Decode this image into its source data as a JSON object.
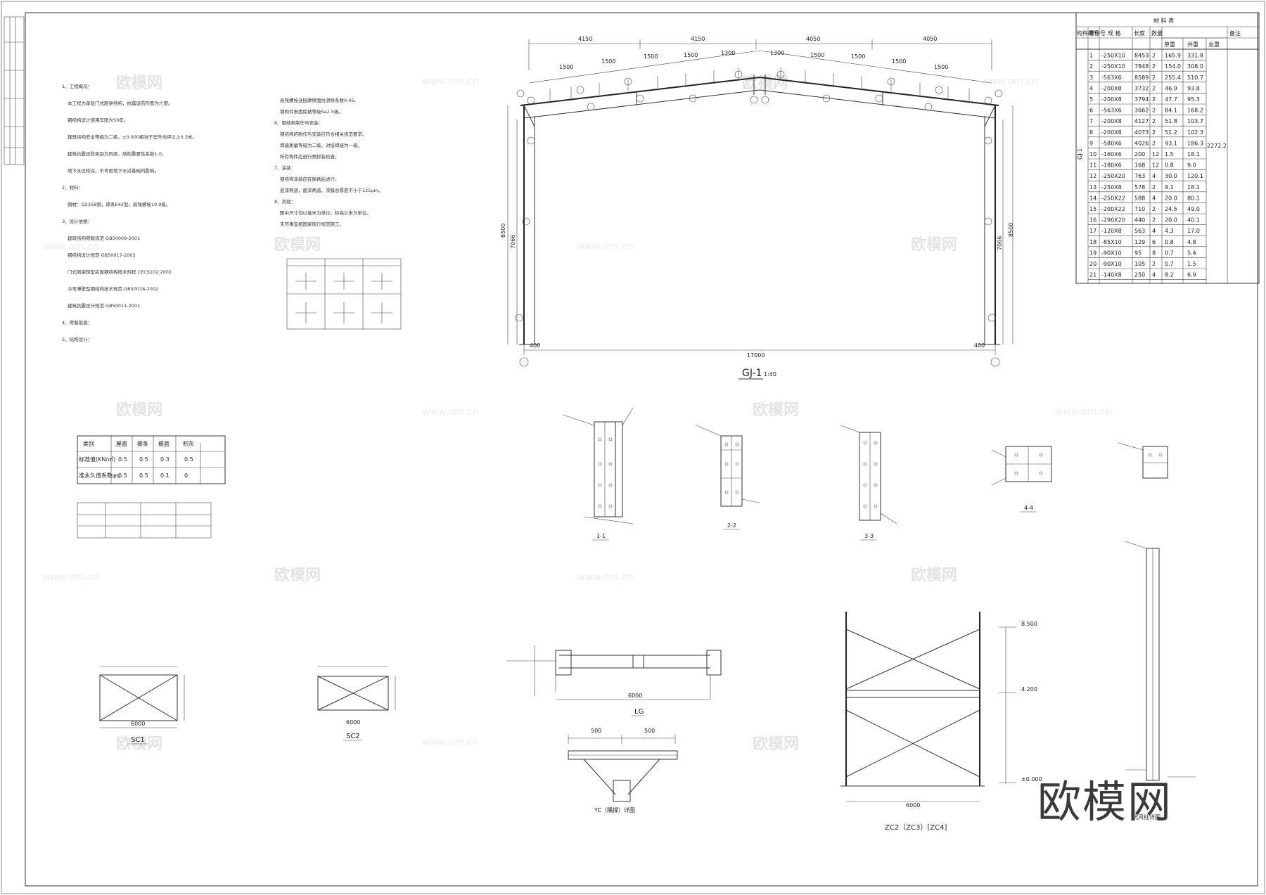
{
  "brand": "欧模网",
  "watermark": {
    "text": "欧模网",
    "url": "www.om.cn"
  },
  "main_frame": {
    "title": "GJ-1",
    "scale": "1:40",
    "top_spans": [
      "4150",
      "4150",
      "4050",
      "4050"
    ],
    "purlin_spacings": [
      "1500",
      "1500",
      "1500",
      "1500",
      "1300",
      "1300",
      "1500",
      "1500",
      "1500",
      "1500"
    ],
    "overall_span": "17000",
    "column_heights": [
      "8500",
      "7066"
    ],
    "end_offset": "400"
  },
  "sections": [
    {
      "label": "1-1"
    },
    {
      "label": "2-2"
    },
    {
      "label": "3-3"
    },
    {
      "label": "4-4"
    }
  ],
  "details": {
    "sc1": {
      "label": "SC1",
      "width": "6000"
    },
    "sc2": {
      "label": "SC2",
      "width": "6000"
    },
    "lg": {
      "label": "LG",
      "width": "6000"
    },
    "ytc": {
      "label": "YC（隅撑）详图",
      "dims": [
        "500",
        "500"
      ]
    },
    "zc": {
      "label": "ZC2（ZC3）[ZC4]",
      "width": "6000",
      "levels": [
        "8.500",
        "4.200",
        "±0.000"
      ]
    },
    "wind_column": {
      "label": "抗风柱详图"
    }
  },
  "material_table": {
    "title": "材 料 表",
    "group": "GJ-1",
    "total": "2272.2",
    "headers": [
      "构件编号",
      "零件号",
      "规 格",
      "长度",
      "数量",
      "单重",
      "共重",
      "总重",
      "备注"
    ],
    "rows": [
      {
        "no": "1",
        "spec": "-250X10",
        "len": "8453",
        "qty": "2",
        "unit": "165.9",
        "sum": "331.8"
      },
      {
        "no": "2",
        "spec": "-250X10",
        "len": "7848",
        "qty": "2",
        "unit": "154.0",
        "sum": "308.0"
      },
      {
        "no": "3",
        "spec": "-563X6",
        "len": "8589",
        "qty": "2",
        "unit": "255.4",
        "sum": "510.7"
      },
      {
        "no": "4",
        "spec": "-200X8",
        "len": "3732",
        "qty": "2",
        "unit": "46.9",
        "sum": "93.8"
      },
      {
        "no": "5",
        "spec": "-200X8",
        "len": "3794",
        "qty": "2",
        "unit": "47.7",
        "sum": "95.3"
      },
      {
        "no": "6",
        "spec": "-563X6",
        "len": "3662",
        "qty": "2",
        "unit": "84.1",
        "sum": "168.2"
      },
      {
        "no": "7",
        "spec": "-200X8",
        "len": "4127",
        "qty": "2",
        "unit": "51.8",
        "sum": "103.7"
      },
      {
        "no": "8",
        "spec": "-200X8",
        "len": "4073",
        "qty": "2",
        "unit": "51.2",
        "sum": "102.3"
      },
      {
        "no": "9",
        "spec": "-580X6",
        "len": "4026",
        "qty": "2",
        "unit": "93.1",
        "sum": "186.3"
      },
      {
        "no": "10",
        "spec": "-160X6",
        "len": "200",
        "qty": "12",
        "unit": "1.5",
        "sum": "18.1"
      },
      {
        "no": "11",
        "spec": "-180X6",
        "len": "168",
        "qty": "12",
        "unit": "0.8",
        "sum": "9.0"
      },
      {
        "no": "12",
        "spec": "-250X20",
        "len": "763",
        "qty": "4",
        "unit": "30.0",
        "sum": "120.1"
      },
      {
        "no": "13",
        "spec": "-250X8",
        "len": "578",
        "qty": "2",
        "unit": "9.1",
        "sum": "18.1"
      },
      {
        "no": "14",
        "spec": "-250X22",
        "len": "588",
        "qty": "4",
        "unit": "20.0",
        "sum": "80.1"
      },
      {
        "no": "15",
        "spec": "-200X22",
        "len": "710",
        "qty": "2",
        "unit": "24.5",
        "sum": "49.0"
      },
      {
        "no": "16",
        "spec": "-290X20",
        "len": "440",
        "qty": "2",
        "unit": "20.0",
        "sum": "40.1"
      },
      {
        "no": "17",
        "spec": "-120X8",
        "len": "563",
        "qty": "4",
        "unit": "4.3",
        "sum": "17.0"
      },
      {
        "no": "18",
        "spec": "-85X10",
        "len": "129",
        "qty": "6",
        "unit": "0.8",
        "sum": "4.8"
      },
      {
        "no": "19",
        "spec": "-90X10",
        "len": "95",
        "qty": "8",
        "unit": "0.7",
        "sum": "5.4"
      },
      {
        "no": "20",
        "spec": "-90X10",
        "len": "105",
        "qty": "2",
        "unit": "0.7",
        "sum": "1.5"
      },
      {
        "no": "21",
        "spec": "-140X8",
        "len": "250",
        "qty": "4",
        "unit": "8.2",
        "sum": "6.9"
      }
    ]
  },
  "notes": {
    "left": [
      "1、工程概况：",
      "本工程为单层门式刚架结构，抗震设防烈度为六度。",
      "钢结构设计使用年限为50年。",
      "建筑结构安全等级为二级，±0.000相当于室外地坪以上0.3米。",
      "建筑抗震设防类别为丙类，结构重要性系数1.0。",
      "地下水位较深，不考虑地下水对基础的影响。",
      "2、材料：",
      "钢材：Q235B钢，焊条E43型，高强螺栓10.9级。",
      "3、设计依据：",
      "建筑结构荷载规范 GB50009-2001",
      "钢结构设计规范 GB50017-2003",
      "门式刚架轻型房屋钢结构技术规程 CECS102:2002",
      "冷弯薄壁型钢结构技术规范 GB50018-2002",
      "建筑抗震设计规范 GB50011-2001",
      "4、荷载取值：",
      "5、结构设计："
    ],
    "mid": [
      "高强螺栓连接摩擦面抗滑移系数0.45。",
      "钢构件表面除锈等级Sa2.5级。",
      "6、钢结构制作与安装：",
      "钢结构的制作与安装应符合相关规范要求。",
      "焊缝质量等级为二级，对接焊缝为一级。",
      "所有构件应进行预拼装检查。",
      "7、涂装：",
      "钢结构涂装应在除锈后进行。",
      "底漆两道，面漆两道，漆膜总厚度不小于125μm。",
      "8、其他：",
      "图中尺寸均以毫米为单位，标高以米为单位。",
      "未尽事宜按国家现行规范施工。"
    ]
  },
  "load_table": {
    "headers": [
      "类别",
      "屋面",
      "檩条",
      "檩面",
      "积灰"
    ],
    "rows": [
      [
        "标准值(KN/㎡)",
        "0.5",
        "0.5",
        "0.3",
        "0.5"
      ],
      [
        "准永久值系数ψq",
        "0.5",
        "0.5",
        "0.1",
        "0"
      ]
    ]
  }
}
